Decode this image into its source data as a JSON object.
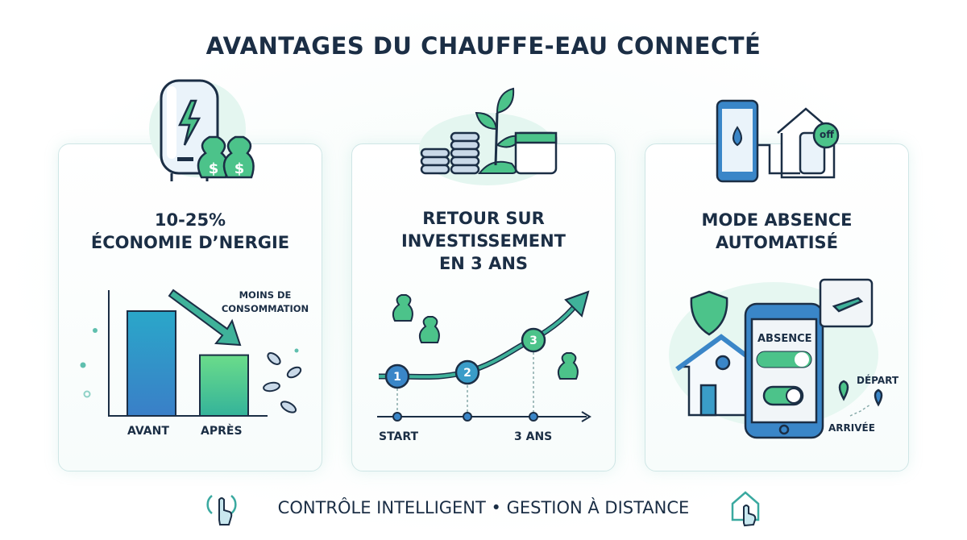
{
  "title": "AVANTAGES DU CHAUFFE-EAU CONNECTÉ",
  "cards": [
    {
      "heading_line1": "10-25%",
      "heading_line2": "ÉCONOMIE D’NERGIE",
      "annotation_line1": "MOINS DE",
      "annotation_line2": "CONSOMMATION",
      "bars": [
        {
          "label": "AVANT",
          "relative_value": 1.0
        },
        {
          "label": "APRÈS",
          "relative_value": 0.58
        }
      ],
      "icon": "water-heater-with-money-bags-icon"
    },
    {
      "heading_line1": "RETOUR SUR",
      "heading_line2": "INVESTISSEMENT",
      "heading_line3": "EN 3 ANS",
      "steps": [
        "1",
        "2",
        "3"
      ],
      "axis_start": "START",
      "axis_end": "3 ANS",
      "icon": "coins-plant-calendar-icon"
    },
    {
      "heading_line1": "MODE ABSENCE",
      "heading_line2": "AUTOMATISÉ",
      "phone_label": "ABSENCE",
      "depart": "DÉPART",
      "arrivee": "ARRIVÉE",
      "off_label": "off",
      "icon": "phone-house-icon"
    }
  ],
  "footer": "CONTRÔLE INTELLIGENT • GESTION À DISTANCE",
  "colors": {
    "navy": "#1b2e45",
    "blue": "#2f8fc4",
    "green": "#4cc38a",
    "teal": "#3aa9a0"
  }
}
